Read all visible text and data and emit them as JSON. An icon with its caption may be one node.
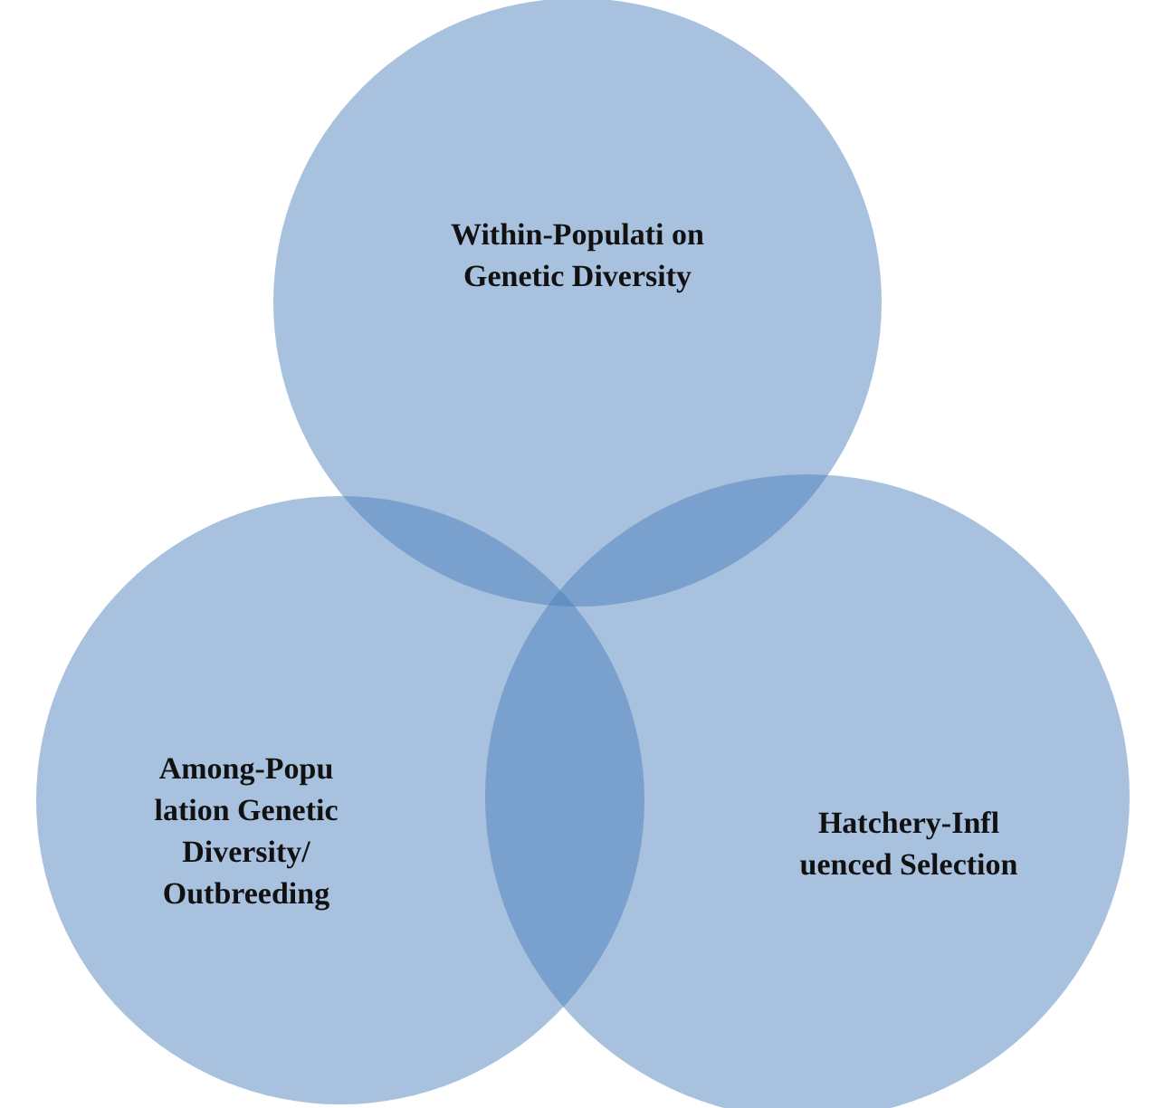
{
  "diagram": {
    "nodes": [
      {
        "text": [
          "Within-Populati on Genetic Diversity"
        ]
      },
      {
        "text": [
          "Among-Popu lation Genetic Diversity/ Outbreeding"
        ]
      },
      {
        "text": [
          "Hatchery-Infl uenced Selection"
        ]
      }
    ]
  }
}
